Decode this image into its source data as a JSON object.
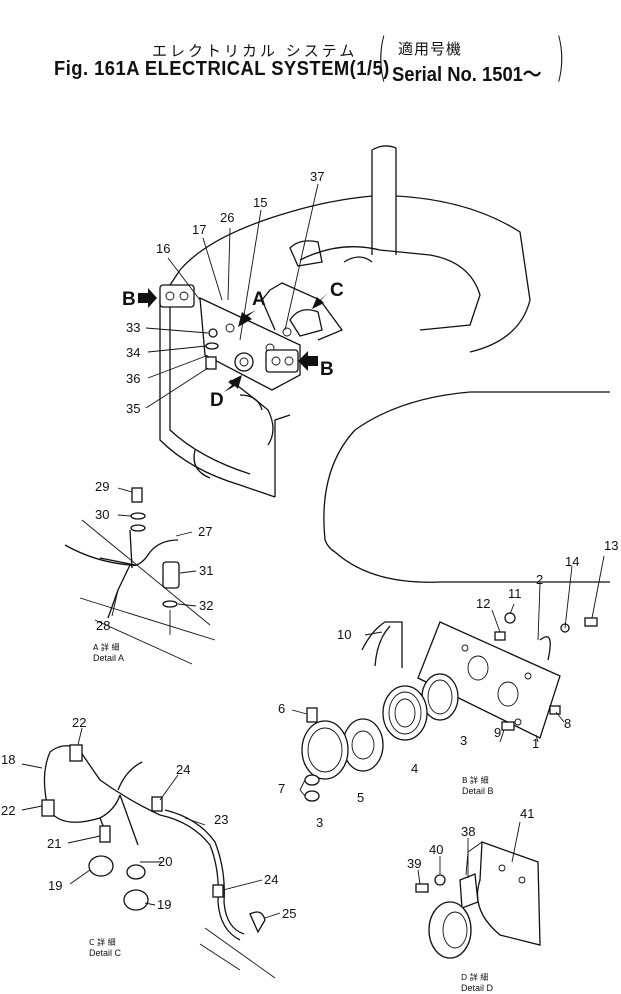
{
  "title": {
    "jp": "エレクトリカル システム",
    "en": "Fig. 161A ELECTRICAL SYSTEM(1/5)",
    "serial_jp": "適用号機",
    "serial_en": "Serial No. 1501～"
  },
  "callouts": {
    "c1": "1",
    "c2": "2",
    "c3a": "3",
    "c3b": "3",
    "c4": "4",
    "c5": "5",
    "c6": "6",
    "c7": "7",
    "c8": "8",
    "c9": "9",
    "c10": "10",
    "c11": "11",
    "c12": "12",
    "c13": "13",
    "c14": "14",
    "c15": "15",
    "c16": "16",
    "c17": "17",
    "c18": "18",
    "c19a": "19",
    "c19b": "19",
    "c20": "20",
    "c21": "21",
    "c22a": "22",
    "c22b": "22",
    "c23": "23",
    "c24a": "24",
    "c24b": "24",
    "c25": "25",
    "c26": "26",
    "c27": "27",
    "c28": "28",
    "c29": "29",
    "c30": "30",
    "c31": "31",
    "c32": "32",
    "c33": "33",
    "c34": "34",
    "c35": "35",
    "c36": "36",
    "c37": "37",
    "c38": "38",
    "c39": "39",
    "c40": "40",
    "c41": "41"
  },
  "view_markers": {
    "a": "A",
    "b1": "B",
    "b2": "B",
    "c": "C",
    "d": "D"
  },
  "details": {
    "a_jp": "A 詳 細",
    "a_en": "Detail A",
    "b_jp": "B 詳 細",
    "b_en": "Detail B",
    "c_jp": "C 詳 細",
    "c_en": "Detail C",
    "d_jp": "D 詳 細",
    "d_en": "Detail D"
  }
}
